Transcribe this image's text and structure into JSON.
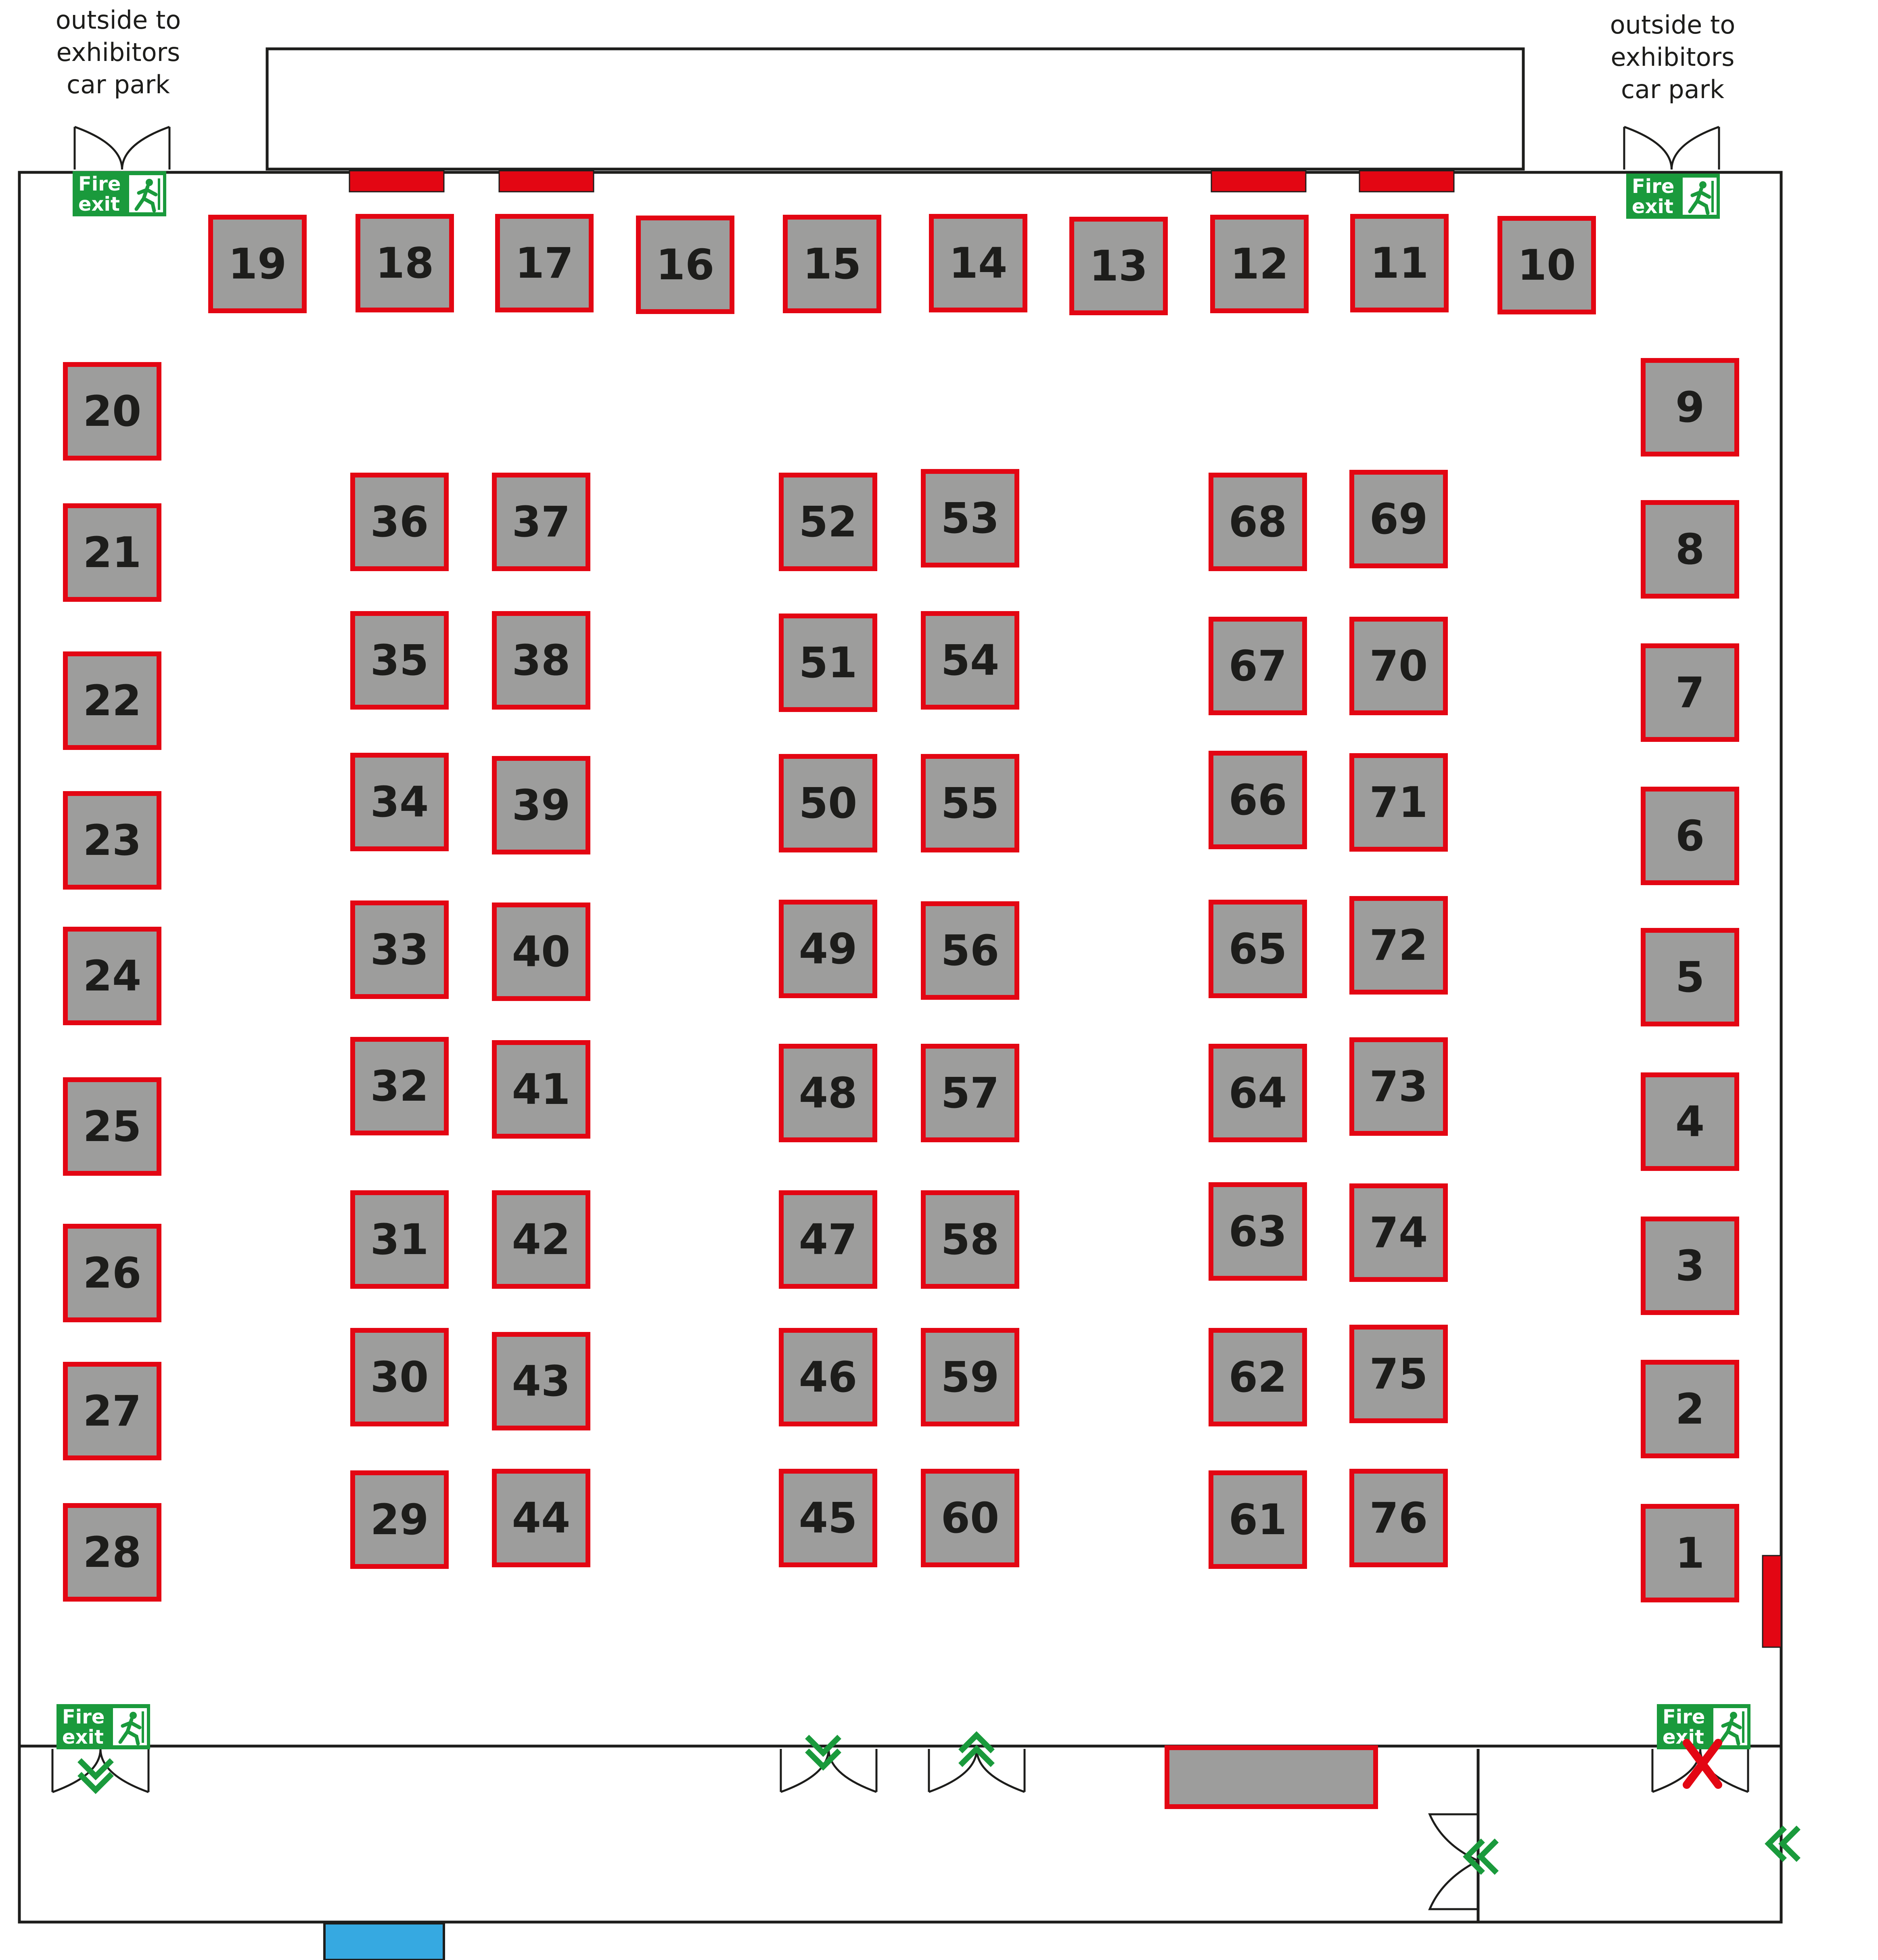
{
  "title": "",
  "entrance_labels": [
    [
      "outside to",
      "exhibitors",
      "car park"
    ],
    [
      "outside to",
      "exhibitors",
      "car park"
    ]
  ],
  "fire_exit": {
    "line1": "Fire",
    "line2": "exit"
  },
  "booths": [
    "1",
    "2",
    "3",
    "4",
    "5",
    "6",
    "7",
    "8",
    "9",
    "10",
    "11",
    "12",
    "13",
    "14",
    "15",
    "16",
    "17",
    "18",
    "19",
    "20",
    "21",
    "22",
    "23",
    "24",
    "25",
    "26",
    "27",
    "28",
    "29",
    "30",
    "31",
    "32",
    "33",
    "34",
    "35",
    "36",
    "37",
    "38",
    "39",
    "40",
    "41",
    "42",
    "43",
    "44",
    "45",
    "46",
    "47",
    "48",
    "49",
    "50",
    "51",
    "52",
    "53",
    "54",
    "55",
    "56",
    "57",
    "58",
    "59",
    "60",
    "61",
    "62",
    "63",
    "64",
    "65",
    "66",
    "67",
    "68",
    "69",
    "70",
    "71",
    "72",
    "73",
    "74",
    "75",
    "76"
  ],
  "colors": {
    "booth_fill": "#9d9d9c",
    "booth_border": "#e30613",
    "wall": "#1d1d1b",
    "fire_exit_green": "#1a9a3c",
    "arrow_green": "#1a9a3c",
    "blocked_exit_red": "#e30613",
    "entrance_blue": "#36a9e1"
  },
  "icons": [
    "fire-exit-sign-icon",
    "double-chevron-arrow-icon",
    "blocked-exit-x-icon"
  ]
}
